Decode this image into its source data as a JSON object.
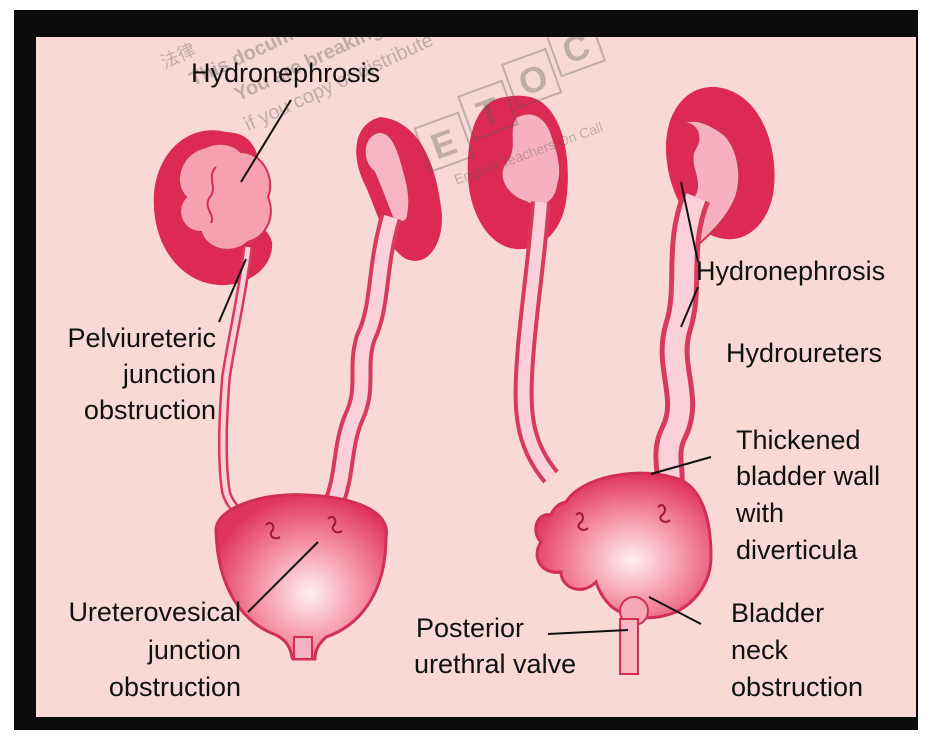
{
  "labels": {
    "hydronephrosis_left": "Hydronephrosis",
    "pelviureteric": [
      "Pelviureteric",
      "junction",
      "obstruction"
    ],
    "ureterovesical": [
      "Ureterovesical",
      "junction",
      "obstruction"
    ],
    "posterior_urethral": [
      "Posterior",
      "urethral valve"
    ],
    "hydronephrosis_right": "Hydronephrosis",
    "hydroureters": "Hydroureters",
    "thickened_bladder": [
      "Thickened",
      "bladder wall",
      "with",
      "diverticula"
    ],
    "bladder_neck": [
      "Bladder",
      "neck",
      "obstruction"
    ]
  },
  "watermark": {
    "line1": "法律",
    "line2": "This document",
    "line3": "You are breaking",
    "line4": "if you copy or distribute",
    "logo_letters": [
      "E",
      "T",
      "O",
      "C"
    ],
    "caption": "English Teachers On Call"
  },
  "colors": {
    "background": "#f8d9d5",
    "kidney_dark": "#dc2a52",
    "kidney_light": "#f7a3b3",
    "tube": "#f3a4b2",
    "frame": "#0b0b0b"
  }
}
